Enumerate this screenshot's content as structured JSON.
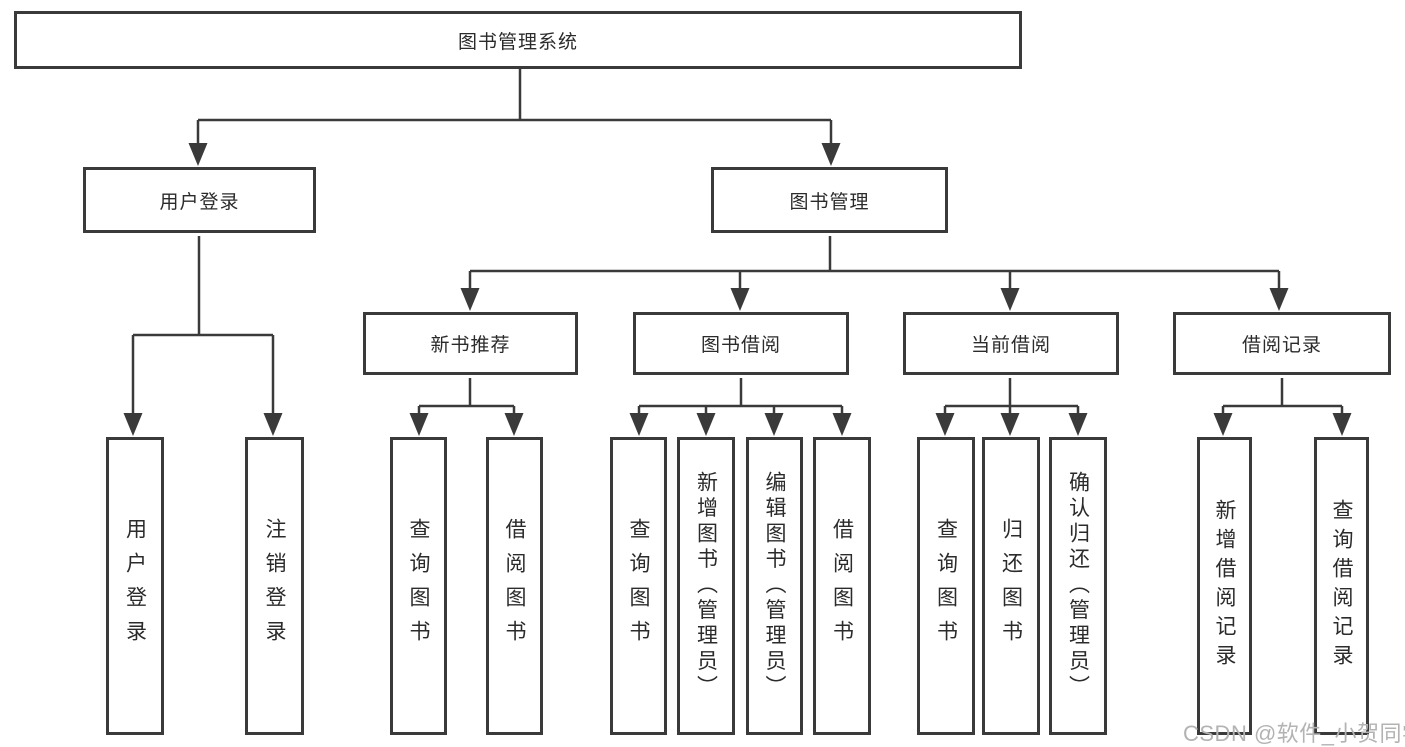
{
  "colors": {
    "line": "#3a3a3a",
    "box_border": "#3a3a3a",
    "text": "#2b2b2b",
    "background": "#ffffff",
    "watermark": "#b3b3b3"
  },
  "tree": {
    "root": {
      "label": "图书管理系统"
    },
    "branches": [
      {
        "label": "用户登录",
        "leaves": [
          "用户登录",
          "注销登录"
        ]
      },
      {
        "label": "图书管理",
        "groups": [
          {
            "label": "新书推荐",
            "leaves": [
              "查询图书",
              "借阅图书"
            ]
          },
          {
            "label": "图书借阅",
            "leaves": [
              "查询图书",
              "新增图书（管理员）",
              "编辑图书（管理员）",
              "借阅图书"
            ]
          },
          {
            "label": "当前借阅",
            "leaves": [
              "查询图书",
              "归还图书",
              "确认归还（管理员）"
            ]
          },
          {
            "label": "借阅记录",
            "leaves": [
              "新增借阅记录",
              "查询借阅记录"
            ]
          }
        ]
      }
    ]
  },
  "watermark": "CSDN @软件_小贺同学"
}
